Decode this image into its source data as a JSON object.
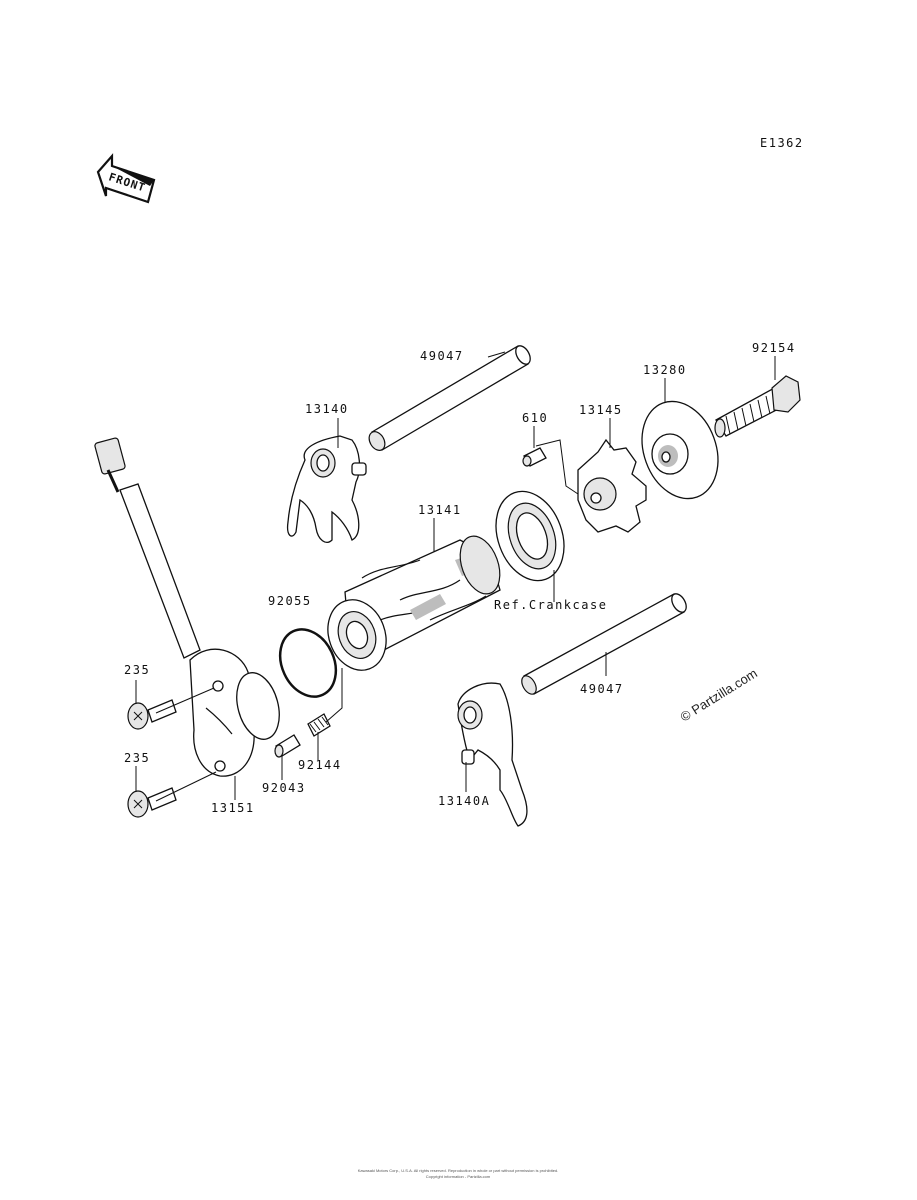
{
  "diagram": {
    "code": "E1362",
    "front_label": "FRONT",
    "watermark": "© Partzilla.com",
    "footer_line1": "Kawasaki Motors Corp., U.S.A. All rights reserved. Reproduction in whole or part without permission is prohibited.",
    "footer_line2": "Copyright information - Partzilla.com",
    "parts": [
      {
        "id": "p49047a",
        "number": "49047"
      },
      {
        "id": "p13140",
        "number": "13140"
      },
      {
        "id": "p610",
        "number": "610"
      },
      {
        "id": "p13145",
        "number": "13145"
      },
      {
        "id": "p13280",
        "number": "13280"
      },
      {
        "id": "p92154",
        "number": "92154"
      },
      {
        "id": "p13141",
        "number": "13141"
      },
      {
        "id": "p92055",
        "number": "92055"
      },
      {
        "id": "pref",
        "number": "Ref.Crankcase"
      },
      {
        "id": "p49047b",
        "number": "49047"
      },
      {
        "id": "p235a",
        "number": "235"
      },
      {
        "id": "p235b",
        "number": "235"
      },
      {
        "id": "p92144",
        "number": "92144"
      },
      {
        "id": "p92043",
        "number": "92043"
      },
      {
        "id": "p13151",
        "number": "13151"
      },
      {
        "id": "p13140a",
        "number": "13140A"
      }
    ]
  }
}
